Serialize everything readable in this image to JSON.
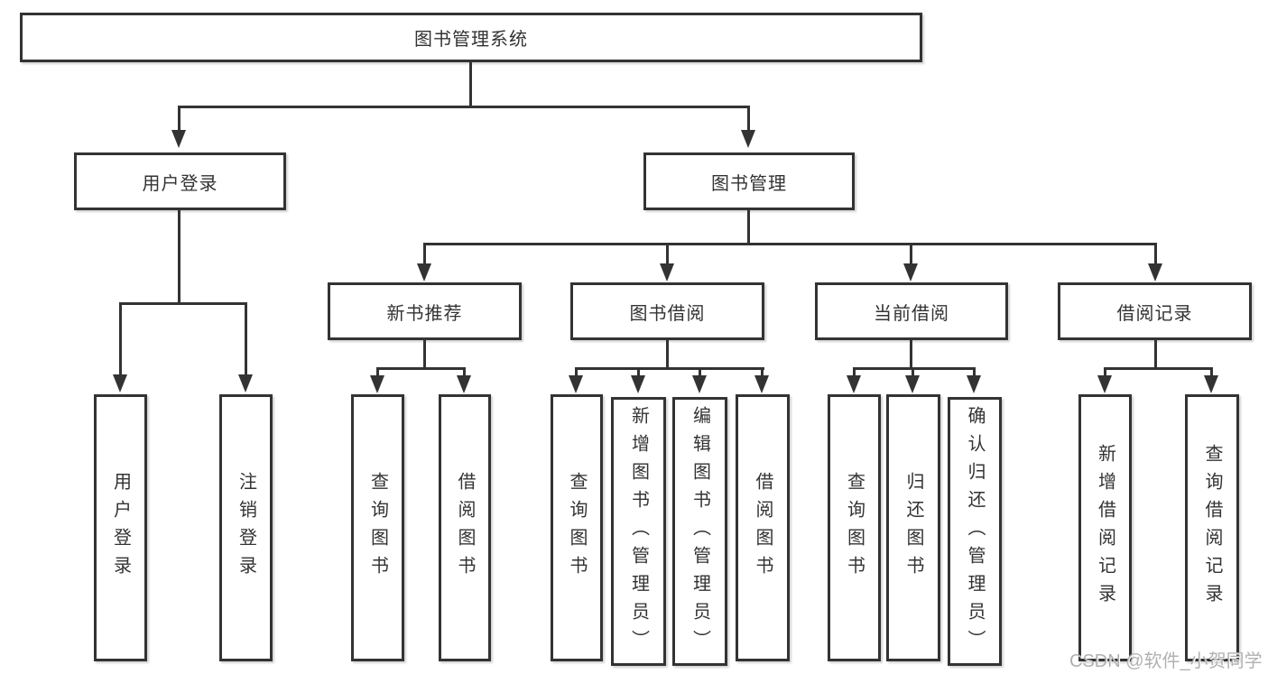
{
  "diagram": {
    "root": {
      "label": "图书管理系统"
    },
    "user_login": {
      "label": "用户登录",
      "children": [
        "用户登录",
        "注销登录"
      ]
    },
    "book_management": {
      "label": "图书管理",
      "sections": {
        "new_book_recommend": {
          "label": "新书推荐",
          "children": [
            "查询图书",
            "借阅图书"
          ]
        },
        "book_borrow": {
          "label": "图书借阅",
          "children": [
            "查询图书",
            "新增图书（管理员）",
            "编辑图书（管理员）",
            "借阅图书"
          ]
        },
        "current_borrow": {
          "label": "当前借阅",
          "children": [
            "查询图书",
            "归还图书",
            "确认归还（管理员）"
          ]
        },
        "borrow_records": {
          "label": "借阅记录",
          "children": [
            "新增借阅记录",
            "查询借阅记录"
          ]
        }
      }
    }
  },
  "watermark": {
    "text": "CSDN @软件_小贺同学"
  },
  "colors": {
    "line": "#333333",
    "text": "#333333",
    "box_background": "#ffffff",
    "watermark": "#b1b1b1",
    "background": "#ffffff"
  }
}
